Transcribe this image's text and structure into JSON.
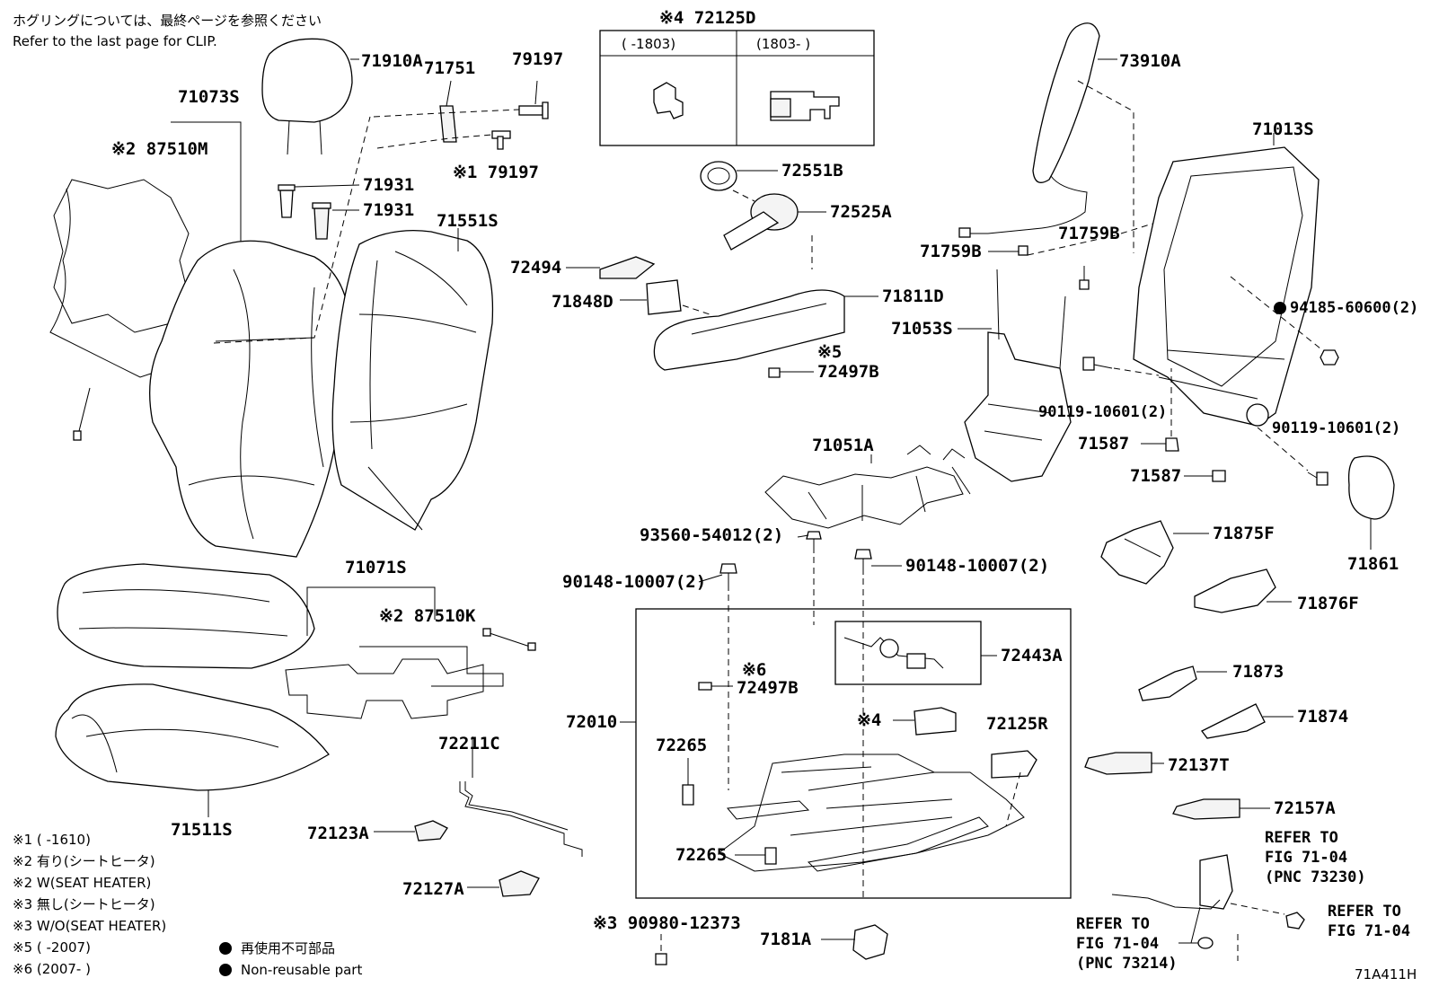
{
  "header": {
    "note_ja": "ホグリングについては、最終ページを参照ください",
    "note_en": "Refer to the last page for CLIP."
  },
  "footer": {
    "figure_code": "71A411H"
  },
  "inset_72125D": {
    "title": "※4 72125D",
    "col1": "(        -1803)",
    "col2": "(1803-        )"
  },
  "legend": {
    "notes": [
      "※1 (        -1610)",
      "※2 有り(シートヒータ)",
      "※2 W(SEAT HEATER)",
      "※3 無し(シートヒータ)",
      "※3 W/O(SEAT HEATER)",
      "※5 (        -2007)",
      "※6 (2007-        )"
    ],
    "nonreusable_ja": "再使用不可部品",
    "nonreusable_en": "Non-reusable part"
  },
  "refs": [
    {
      "lines": [
        "REFER TO",
        "FIG 71-04",
        "(PNC 73230)"
      ]
    },
    {
      "lines": [
        "REFER TO",
        "FIG 71-04"
      ]
    },
    {
      "lines": [
        "REFER TO",
        "FIG 71-04",
        "(PNC 73214)"
      ]
    }
  ],
  "parts": [
    {
      "id": "71910A",
      "label": "71910A"
    },
    {
      "id": "71751",
      "label": "71751"
    },
    {
      "id": "79197a",
      "label": "79197"
    },
    {
      "id": "79197b",
      "label": "※1 79197"
    },
    {
      "id": "71073S",
      "label": "71073S"
    },
    {
      "id": "87510M",
      "label": "※2 87510M"
    },
    {
      "id": "71931a",
      "label": "71931"
    },
    {
      "id": "71931b",
      "label": "71931"
    },
    {
      "id": "71551S",
      "label": "71551S"
    },
    {
      "id": "71071S",
      "label": "71071S"
    },
    {
      "id": "87510K",
      "label": "※2 87510K"
    },
    {
      "id": "71511S",
      "label": "71511S"
    },
    {
      "id": "72211C",
      "label": "72211C"
    },
    {
      "id": "72123A",
      "label": "72123A"
    },
    {
      "id": "72127A",
      "label": "72127A"
    },
    {
      "id": "72551B",
      "label": "72551B"
    },
    {
      "id": "72525A",
      "label": "72525A"
    },
    {
      "id": "72494",
      "label": "72494"
    },
    {
      "id": "71848D",
      "label": "71848D"
    },
    {
      "id": "71811D",
      "label": "71811D"
    },
    {
      "id": "72497B5",
      "label": "72497B"
    },
    {
      "id": "note5",
      "label": "※5"
    },
    {
      "id": "71051A",
      "label": "71051A"
    },
    {
      "id": "93560",
      "label": "93560-54012(2)"
    },
    {
      "id": "90148a",
      "label": "90148-10007(2)"
    },
    {
      "id": "90148b",
      "label": "90148-10007(2)"
    },
    {
      "id": "72443A",
      "label": "72443A"
    },
    {
      "id": "note6",
      "label": "※6"
    },
    {
      "id": "72497B6",
      "label": "72497B"
    },
    {
      "id": "72010",
      "label": "72010"
    },
    {
      "id": "note4",
      "label": "※4"
    },
    {
      "id": "72125R",
      "label": "72125R"
    },
    {
      "id": "72265a",
      "label": "72265"
    },
    {
      "id": "72265b",
      "label": "72265"
    },
    {
      "id": "90980",
      "label": "※3 90980-12373"
    },
    {
      "id": "7181A",
      "label": "7181A"
    },
    {
      "id": "73910A",
      "label": "73910A"
    },
    {
      "id": "71013S",
      "label": "71013S"
    },
    {
      "id": "71759Ba",
      "label": "71759B"
    },
    {
      "id": "71759Bb",
      "label": "71759B"
    },
    {
      "id": "71053S",
      "label": "71053S"
    },
    {
      "id": "94185",
      "label": "94185-60600(2)"
    },
    {
      "id": "90119a",
      "label": "90119-10601(2)"
    },
    {
      "id": "90119b",
      "label": "90119-10601(2)"
    },
    {
      "id": "71587a",
      "label": "71587"
    },
    {
      "id": "71587b",
      "label": "71587"
    },
    {
      "id": "71861",
      "label": "71861"
    },
    {
      "id": "71875F",
      "label": "71875F"
    },
    {
      "id": "71876F",
      "label": "71876F"
    },
    {
      "id": "71873",
      "label": "71873"
    },
    {
      "id": "71874",
      "label": "71874"
    },
    {
      "id": "72137T",
      "label": "72137T"
    },
    {
      "id": "72157A",
      "label": "72157A"
    }
  ]
}
